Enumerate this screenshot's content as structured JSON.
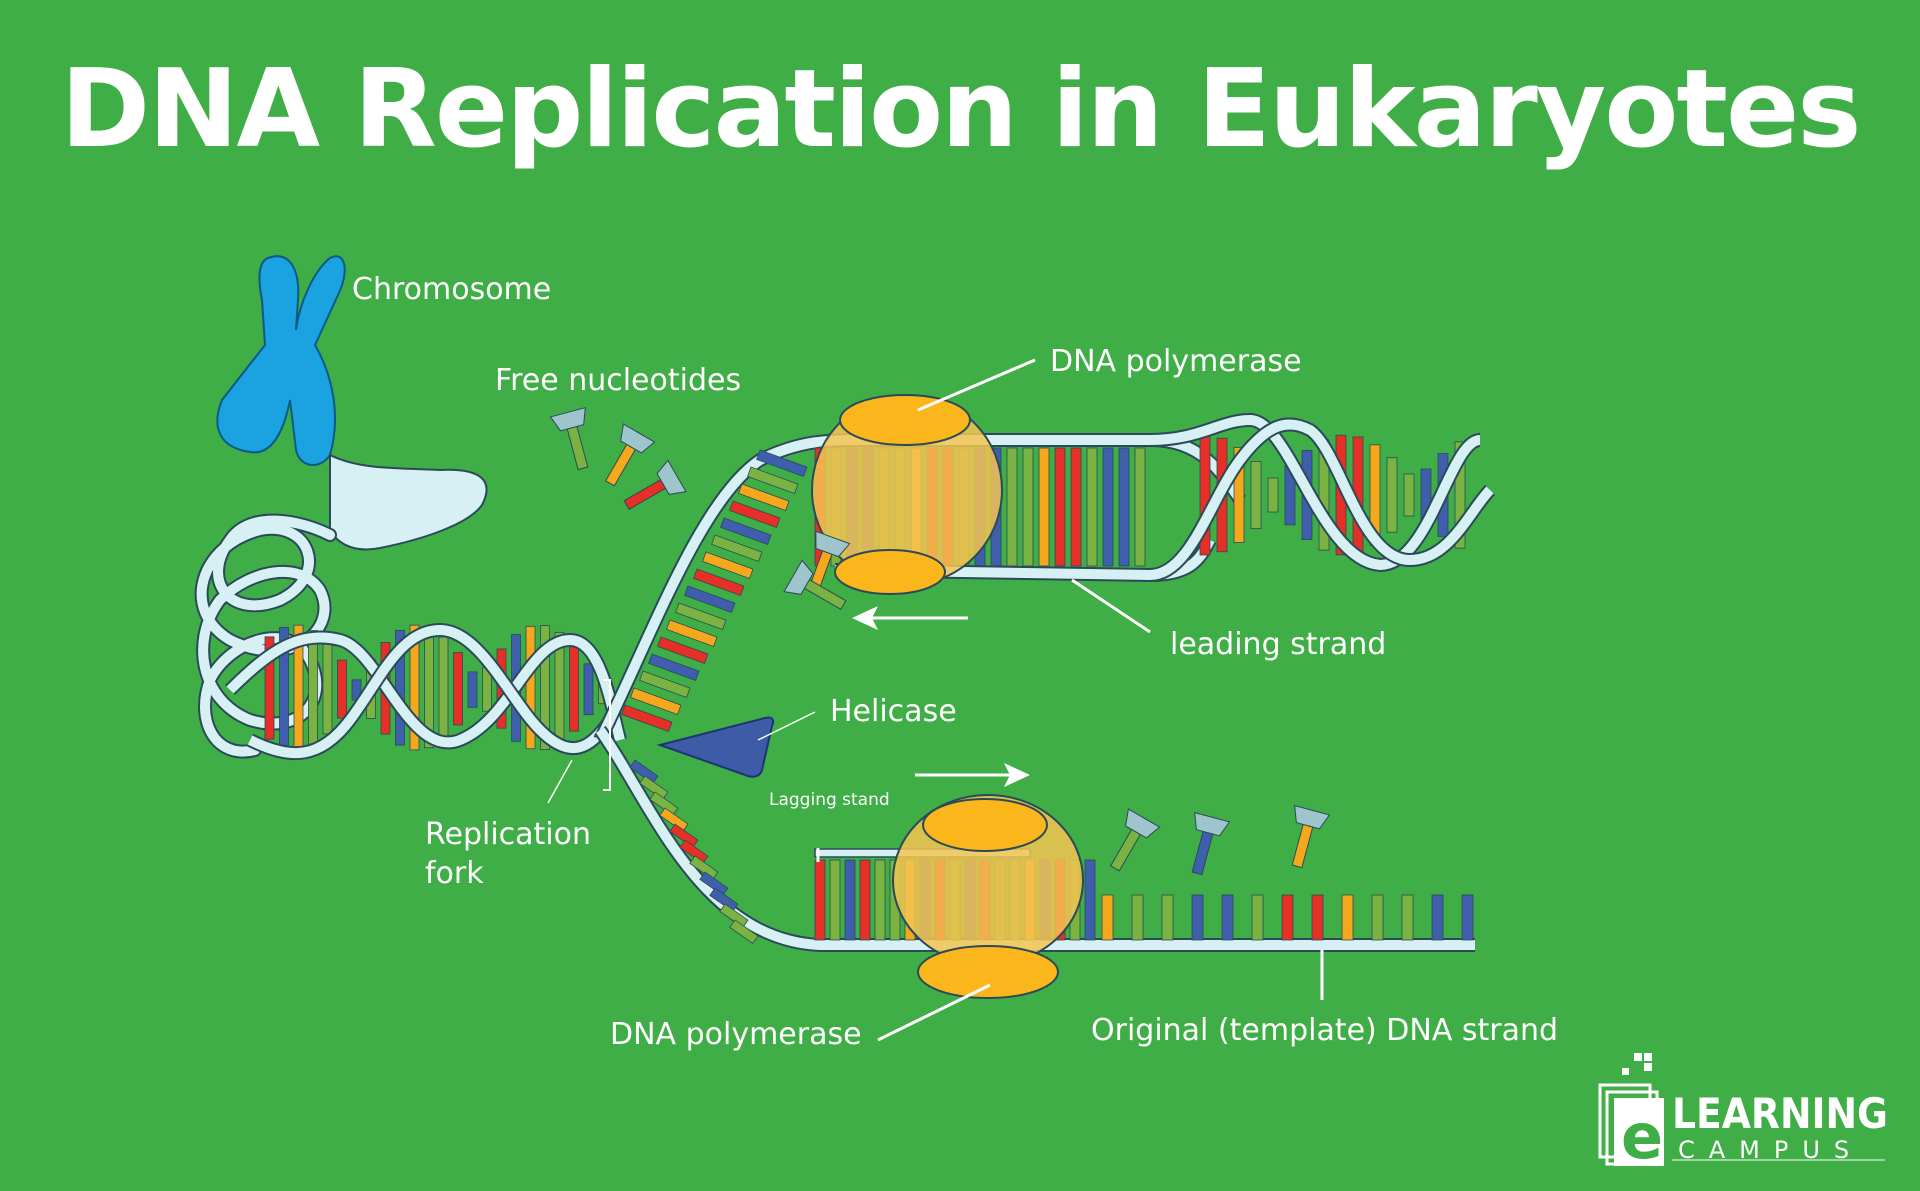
{
  "title": "DNA Replication in Eukaryotes",
  "labels": {
    "chromosome": "Chromosome",
    "free_nucleotides": "Free nucleotides",
    "dna_polymerase_top": "DNA polymerase",
    "leading_strand": "leading strand",
    "helicase": "Helicase",
    "lagging_stand": "Lagging stand",
    "replication_fork_line1": "Replication",
    "replication_fork_line2": "fork",
    "dna_polymerase_bottom": "DNA polymerase",
    "original_strand": "Original (template) DNA strand"
  },
  "logo": {
    "text_top": "LEARNING",
    "text_bottom": "CAMPUS",
    "letter": "e"
  },
  "colors": {
    "background": "#3fae46",
    "strand": "#d7f0f3",
    "strand_outline": "#2a4a5a",
    "polymerase": "#fbb61b",
    "polymerase_light": "#f5c451",
    "helicase": "#3e5ba8",
    "chromosome": "#1aa3e0",
    "base_red": "#e52f27",
    "base_blue": "#3f5eab",
    "base_yellow": "#f5a81c",
    "base_green": "#7ab342"
  }
}
